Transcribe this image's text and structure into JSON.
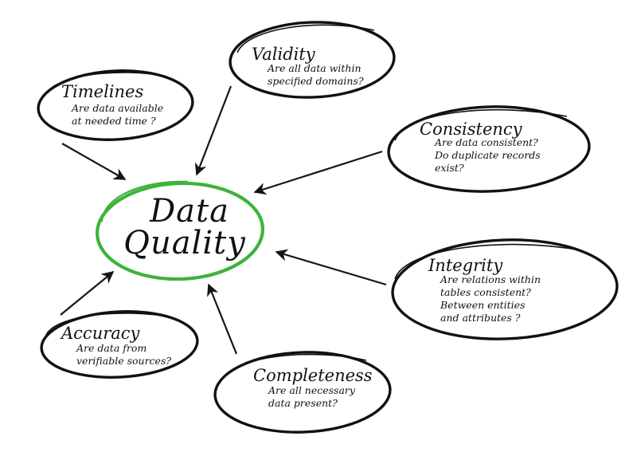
{
  "center": {
    "line1": "Data",
    "line2": "Quality",
    "ring_color": "#3db33a"
  },
  "nodes": {
    "timelines": {
      "title": "Timelines",
      "lines": [
        "Are data available",
        "at needed time ?"
      ]
    },
    "validity": {
      "title": "Validity",
      "lines": [
        "Are all data within",
        "specified domains?"
      ]
    },
    "consistency": {
      "title": "Consistency",
      "lines": [
        "Are data consistent?",
        "Do duplicate records",
        "exist?"
      ]
    },
    "integrity": {
      "title": "Integrity",
      "lines": [
        "Are relations within",
        "tables consistent?",
        "Between entities",
        "and attributes ?"
      ]
    },
    "completeness": {
      "title": "Completeness",
      "lines": [
        "Are all necessary",
        "data present?"
      ]
    },
    "accuracy": {
      "title": "Accuracy",
      "lines": [
        "Are data from",
        "verifiable sources?"
      ]
    }
  }
}
